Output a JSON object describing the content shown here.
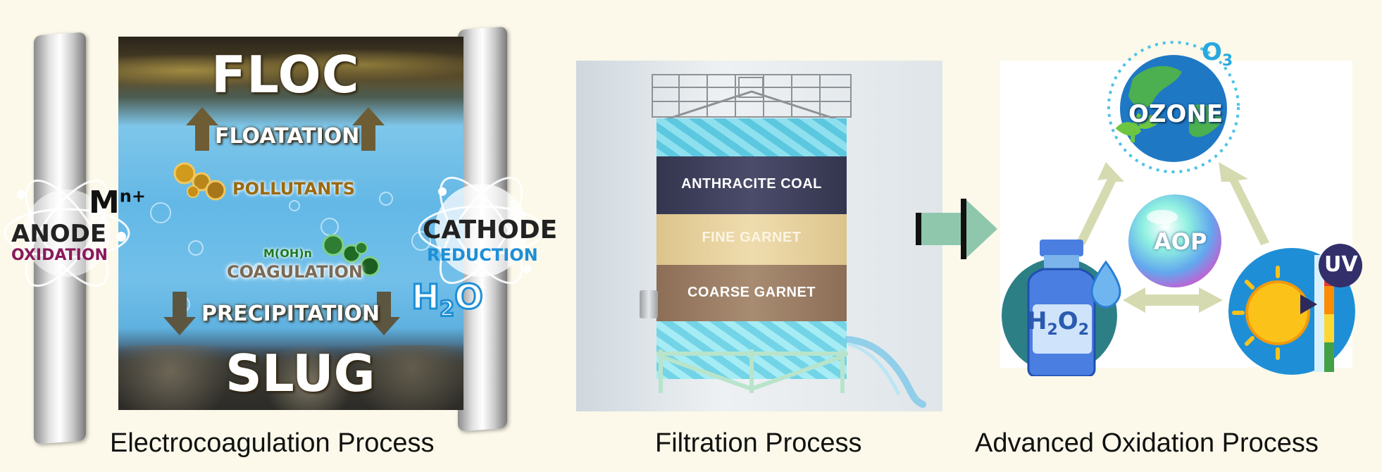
{
  "electrocoagulation": {
    "floc": "FLOC",
    "floatation": "FLOATATION",
    "pollutants": "POLLUTANTS",
    "metal_ion": "M",
    "metal_ion_charge": "n+",
    "moh": "M(OH)n",
    "coagulation": "COAGULATION",
    "precipitation": "PRECIPITATION",
    "slug": "SLUG",
    "anode": "ANODE",
    "oxidation": "OXIDATION",
    "cathode": "CATHODE",
    "reduction": "REDUCTION",
    "water_h": "H",
    "water_sub": "2",
    "water_o": "O",
    "caption": "Electrocoagulation Process"
  },
  "filtration": {
    "layers": [
      "ANTHRACITE COAL",
      "FINE GARNET",
      "COARSE GARNET"
    ],
    "caption": "Filtration Process"
  },
  "aop": {
    "ozone": "OZONE",
    "o3_o": "O",
    "o3_sub": "3",
    "aop": "AOP",
    "h2o2_h": "H",
    "h2o2_sub1": "2",
    "h2o2_o": "O",
    "h2o2_sub2": "2",
    "uv": "UV",
    "caption": "Advanced Oxidation Process"
  },
  "colors": {
    "background": "#fcf9ea",
    "water": "#5cb8e6",
    "anthracite": "#3d3f5c",
    "fine_garnet": "#e8d3a0",
    "coarse_garnet": "#a0826a",
    "flow_arrow": "#8fc7ad",
    "oxidation": "#8a1a5c",
    "reduction": "#1e8fd6",
    "pollutant": "#d19a1c",
    "coagulant": "#2e7d32"
  }
}
